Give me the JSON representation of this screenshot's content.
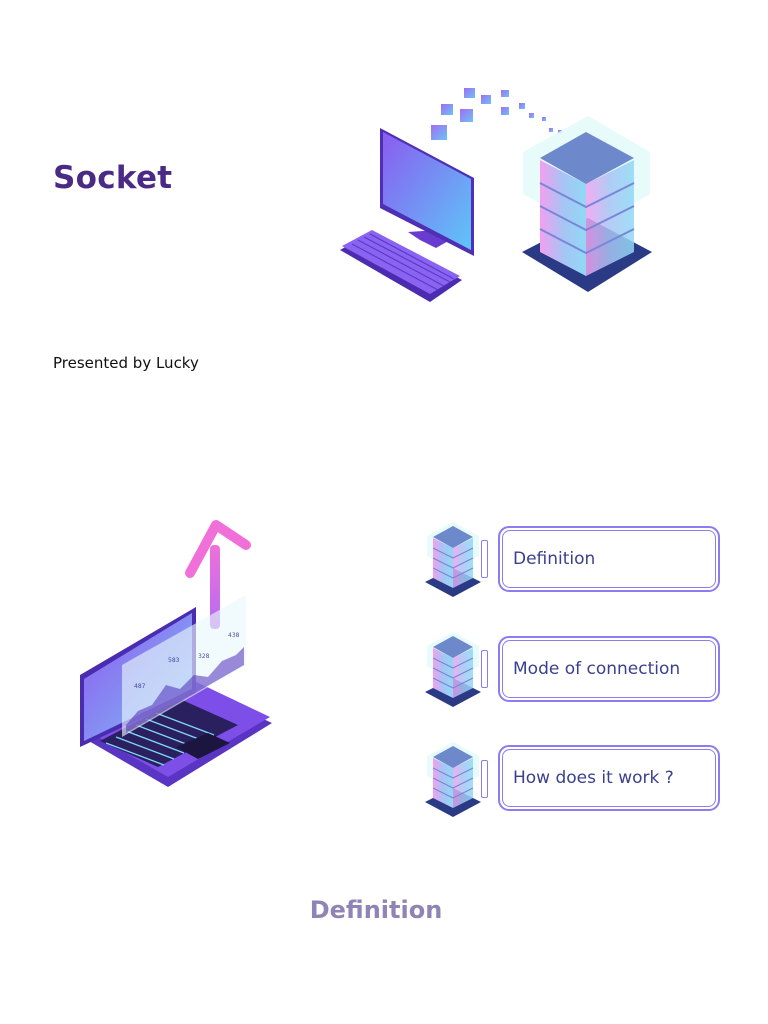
{
  "slide1": {
    "title": "Socket",
    "presenter": "Presented by Lucky"
  },
  "slide2": {
    "agenda": [
      {
        "label": "Definition",
        "icon": "server-stack-icon"
      },
      {
        "label": "Mode of connection",
        "icon": "server-stack-icon"
      },
      {
        "label": "How does it work ?",
        "icon": "server-stack-icon"
      }
    ],
    "chart_labels": [
      "487",
      "583",
      "328",
      "438"
    ]
  },
  "slide3": {
    "title": "Definition"
  },
  "colors": {
    "title": "#4b2a86",
    "section_title": "#8e85b4",
    "agenda_border": "#8b7df0",
    "agenda_text": "#3a3f8f",
    "accent_pink": "#e86fe0",
    "accent_blue": "#5ab8f7",
    "server_top": "#6e88cc",
    "server_base": "#2b3a85"
  }
}
